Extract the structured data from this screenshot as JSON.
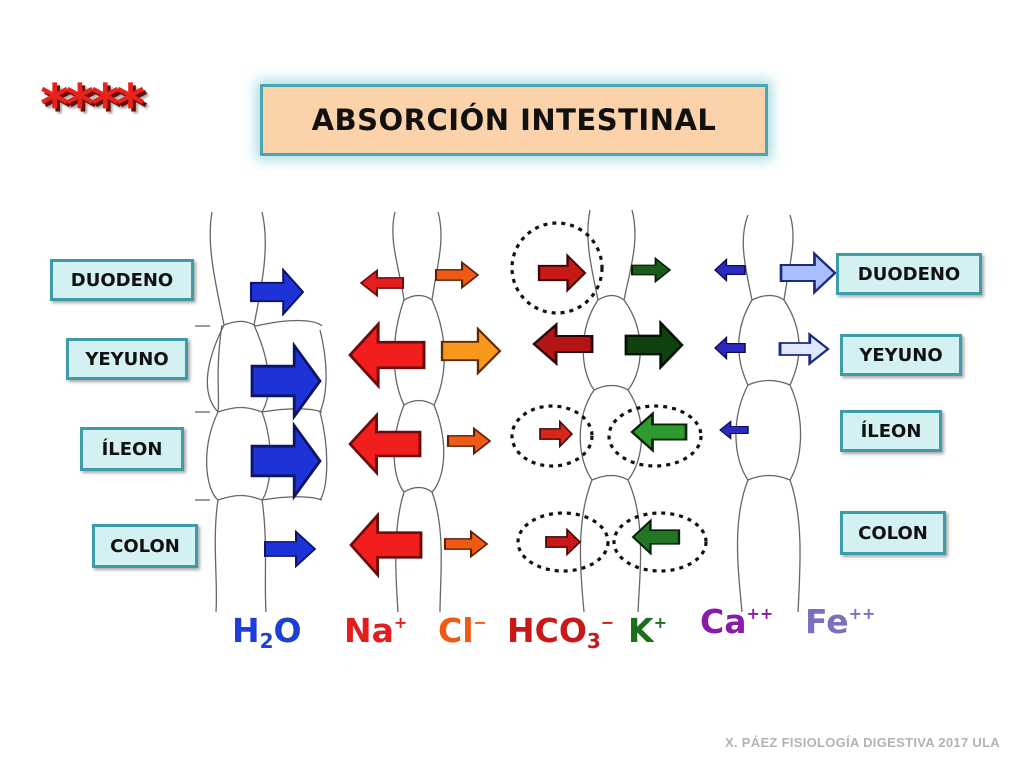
{
  "header": {
    "stars": "****",
    "title": "ABSORCIÓN INTESTINAL"
  },
  "segments_left": [
    "DUODENO",
    "YEYUNO",
    "ÍLEON",
    "COLON"
  ],
  "segments_right": [
    "DUODENO",
    "YEYUNO",
    "ÍLEON",
    "COLON"
  ],
  "ions": {
    "h2o": {
      "base": "H",
      "sub": "2",
      "tail": "O",
      "color": "#1d3fd6"
    },
    "na": {
      "base": "Na",
      "sup": "+",
      "color": "#e31d1d"
    },
    "cl": {
      "base": "Cl",
      "sup": "−",
      "color": "#ef5a14"
    },
    "hco3": {
      "base": "HCO",
      "sub": "3",
      "sup": "−",
      "color": "#c81818"
    },
    "k": {
      "base": "K",
      "sup": "+",
      "color": "#1c6d1c"
    },
    "ca": {
      "base": "Ca",
      "sup": "++",
      "color": "#8a1aa8"
    },
    "fe": {
      "base": "Fe",
      "sup": "++",
      "color": "#7c6fc0"
    }
  },
  "footer": "X. PÁEZ   FISIOLOGÍA DIGESTIVA 2017 ULA"
}
